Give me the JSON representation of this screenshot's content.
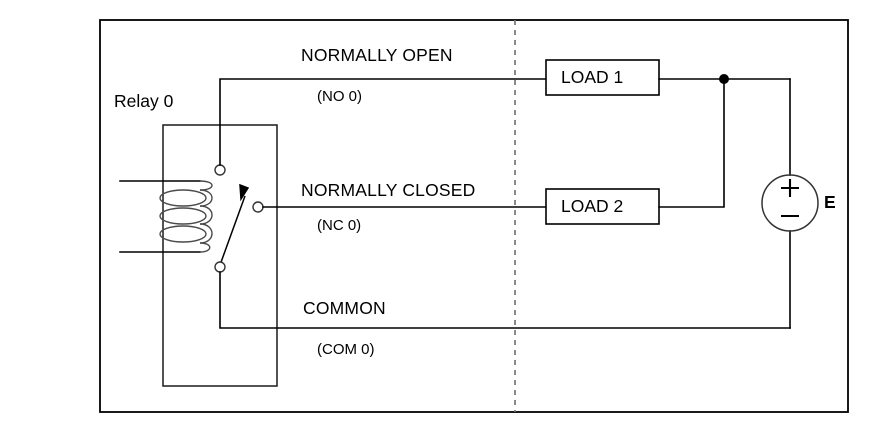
{
  "diagram": {
    "title_visible": false,
    "relay": {
      "label": "Relay 0",
      "terminals": [
        {
          "name": "normally-open",
          "label": "NORMALLY OPEN",
          "sublabel": "(NO 0)"
        },
        {
          "name": "normally-closed",
          "label": "NORMALLY CLOSED",
          "sublabel": "(NC 0)"
        },
        {
          "name": "common",
          "label": "COMMON",
          "sublabel": "(COM 0)"
        }
      ]
    },
    "loads": [
      {
        "name": "load-1",
        "label": "LOAD 1"
      },
      {
        "name": "load-2",
        "label": "LOAD 2"
      }
    ],
    "source": {
      "label": "E",
      "plus": "+",
      "minus": "−"
    },
    "colors": {
      "wire": "#000000",
      "border": "#000000",
      "divider": "#777777",
      "coil": "#4a4a4a",
      "terminal": "#333333",
      "background": "#ffffff"
    }
  }
}
